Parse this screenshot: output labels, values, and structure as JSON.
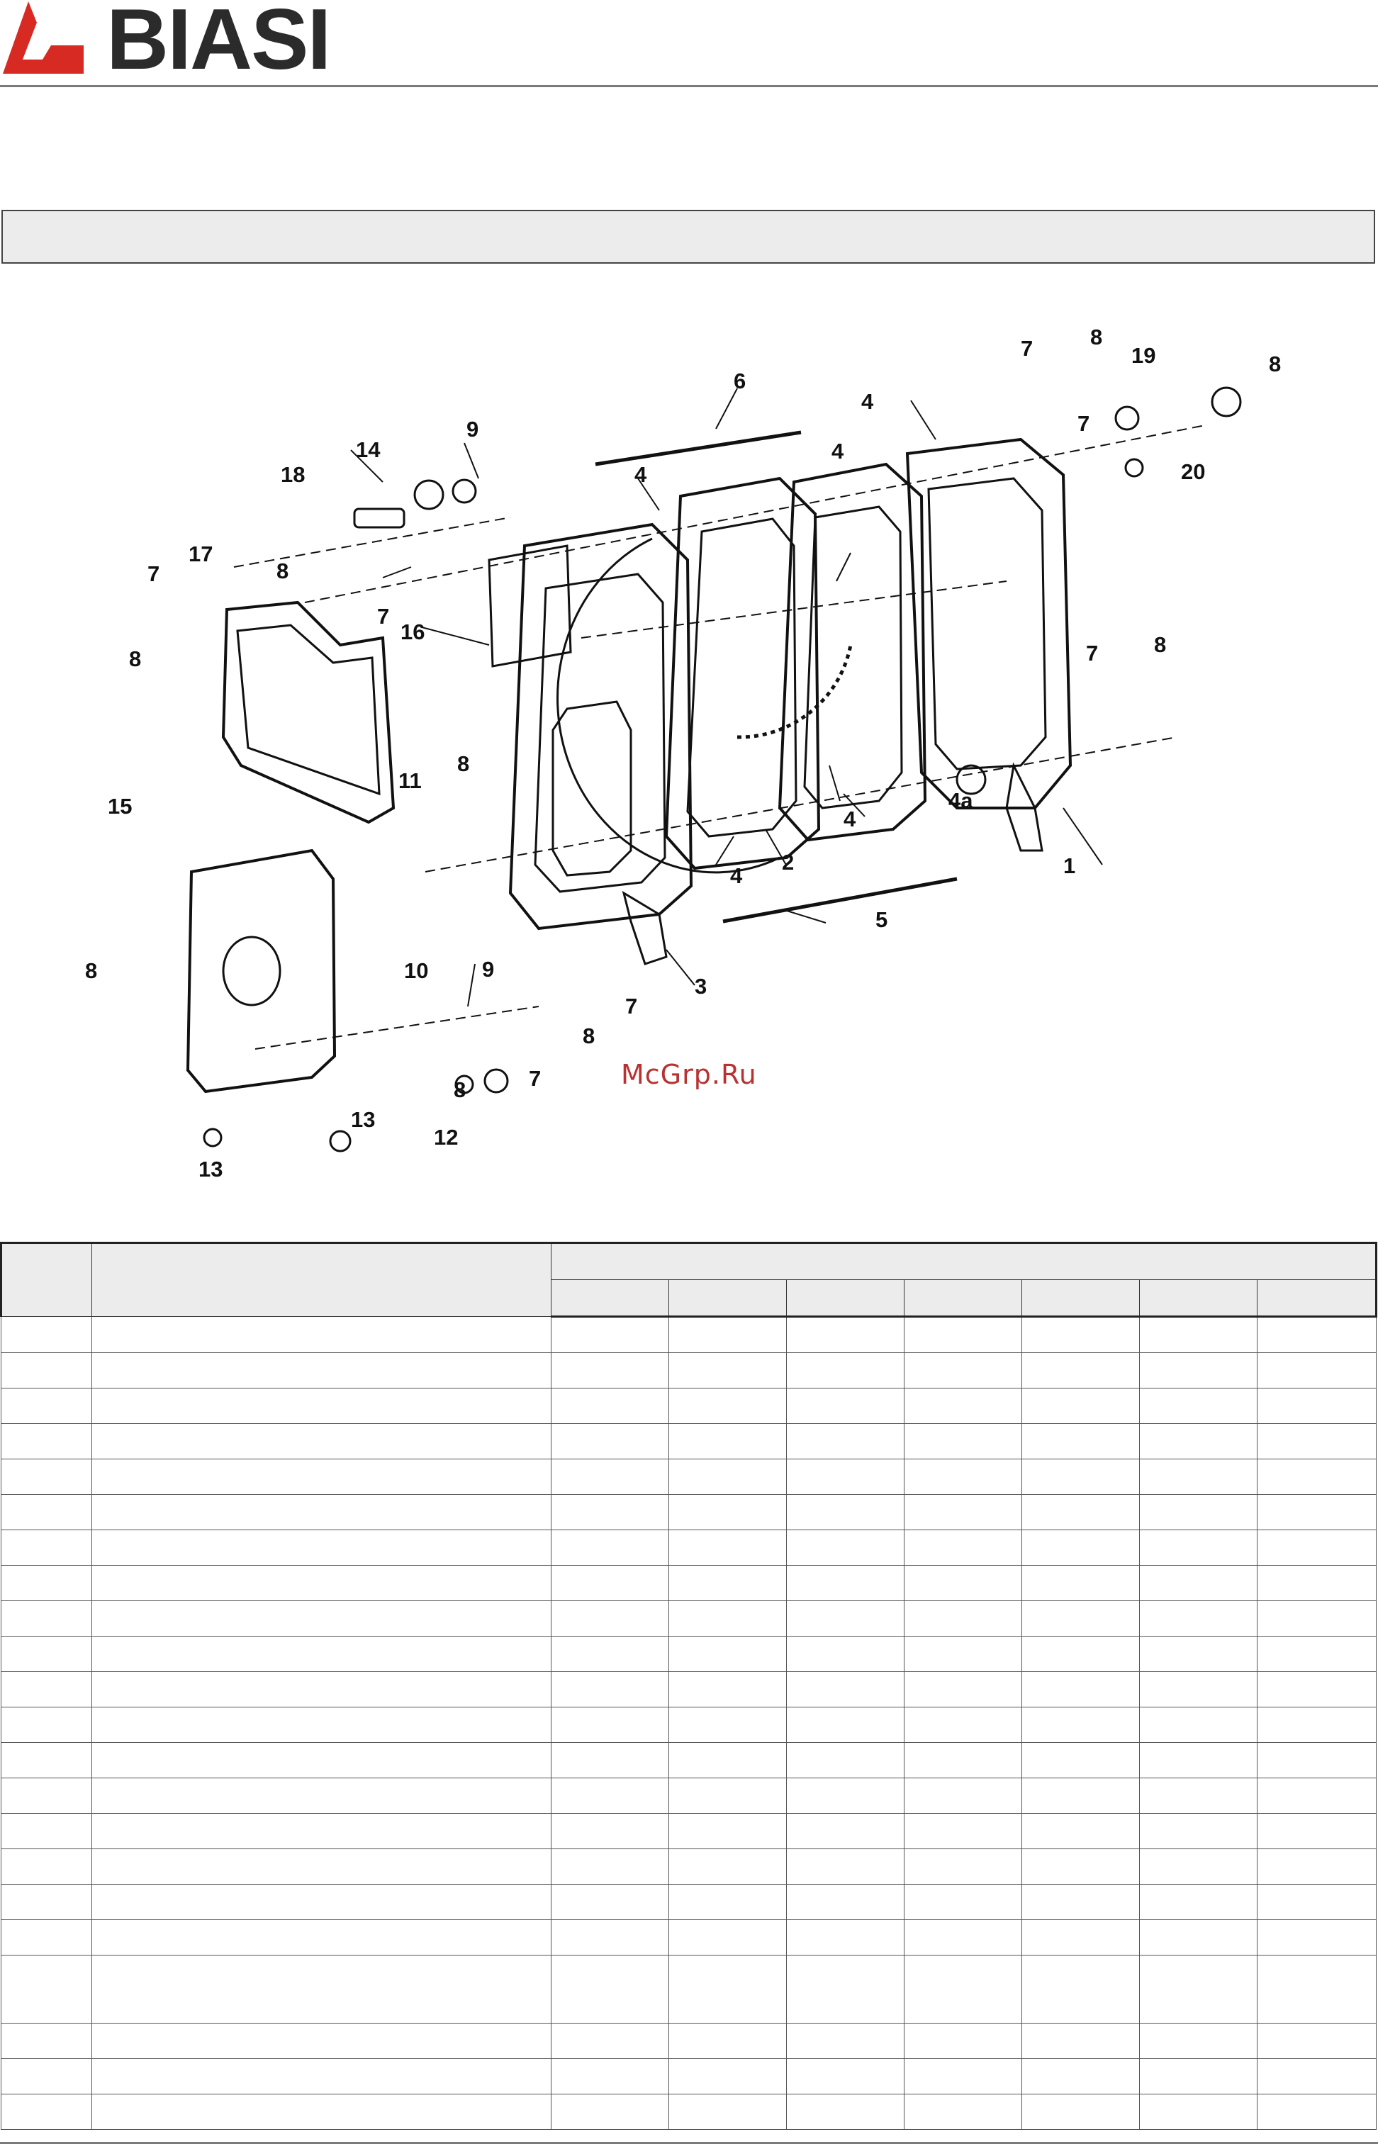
{
  "brand": {
    "name": "BIASI",
    "logo_color": "#d62a22",
    "text_color": "#2b2b2b"
  },
  "watermark": "McGrp.Ru",
  "diagram": {
    "type": "exploded-parts-drawing",
    "labels": [
      "1",
      "2",
      "3",
      "4",
      "4",
      "4",
      "4",
      "4",
      "4a",
      "5",
      "6",
      "7",
      "7",
      "7",
      "7",
      "7",
      "7",
      "7",
      "8",
      "8",
      "8",
      "8",
      "8",
      "8",
      "8",
      "8",
      "8",
      "9",
      "9",
      "10",
      "11",
      "12",
      "13",
      "13",
      "14",
      "15",
      "16",
      "17",
      "18",
      "19",
      "20"
    ]
  },
  "table": {
    "sub_columns": 7,
    "rows": 22,
    "tall_row_index": 18
  }
}
